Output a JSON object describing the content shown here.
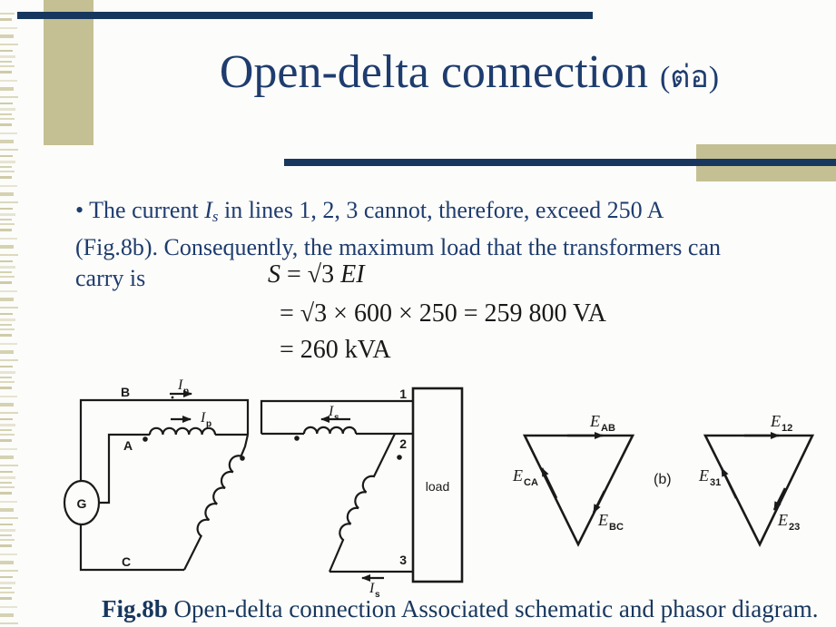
{
  "theme": {
    "navy_bar": "#17375e",
    "text_navy": "#1e3c6e",
    "olive": "#c5c093",
    "ink": "#1a1a1a",
    "background": "#fcfcfa"
  },
  "title": {
    "main": "Open-delta connection ",
    "suffix": "(ต่อ)"
  },
  "bullet": {
    "marker": "• ",
    "line1_pre": "The current ",
    "current_symbol": "I",
    "current_sub": "s",
    "line1_post": " in lines 1, 2, 3 cannot, therefore, exceed 250 A",
    "line2": "(Fig.8b). Consequently, the maximum load that the transformers can",
    "line3": "carry is"
  },
  "equations": {
    "line1_lhs": "S",
    "line1_mid": " = √3 ",
    "line1_vars": "EI",
    "line2": "= √3 × 600 × 250 = 259 800 VA",
    "line3": "= 260 kVA"
  },
  "schematic": {
    "labels": {
      "line_b": "B",
      "line_a": "A",
      "line_c": "C",
      "generator": "G",
      "primary_current": "I",
      "primary_current_sub": "p",
      "secondary_current": "I",
      "secondary_current_sub": "s",
      "terminal_1": "1",
      "terminal_2": "2",
      "terminal_3": "3",
      "load": "load"
    }
  },
  "phasor": {
    "sub_label": "(b)",
    "left_triangle": {
      "top_main": "E",
      "top_sub": "AB",
      "left_main": "E",
      "left_sub": "CA",
      "right_main": "E",
      "right_sub": "BC"
    },
    "right_triangle": {
      "top_main": "E",
      "top_sub": "12",
      "left_main": "E",
      "left_sub": "31",
      "right_main": "E",
      "right_sub": "23"
    }
  },
  "caption": {
    "fig": "Fig.8b",
    "text": " Open-delta connection Associated schematic and phasor diagram."
  }
}
